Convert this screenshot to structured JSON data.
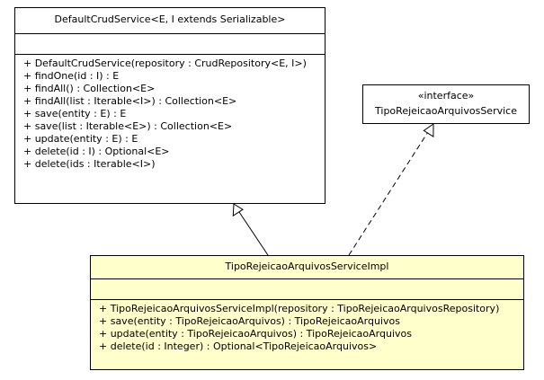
{
  "base_class": {
    "name": "DefaultCrudService<E, I extends Serializable>",
    "operations": [
      "+ DefaultCrudService(repository : CrudRepository<E, I>)",
      "+ findOne(id : I) : E",
      "+ findAll() : Collection<E>",
      "+ findAll(list : Iterable<I>) : Collection<E>",
      "+ save(entity : E) : E",
      "+ save(list : Iterable<E>) : Collection<E>",
      "+ update(entity : E) : E",
      "+ delete(id : I) : Optional<E>",
      "+ delete(ids : Iterable<I>)"
    ]
  },
  "interface": {
    "stereotype": "«interface»",
    "name": "TipoRejeicaoArquivosService"
  },
  "impl_class": {
    "name": "TipoRejeicaoArquivosServiceImpl",
    "operations": [
      "+ TipoRejeicaoArquivosServiceImpl(repository : TipoRejeicaoArquivosRepository)",
      "+ save(entity : TipoRejeicaoArquivos) : TipoRejeicaoArquivos",
      "+ update(entity : TipoRejeicaoArquivos) : TipoRejeicaoArquivos",
      "+ delete(id : Integer) : Optional<TipoRejeicaoArquivos>"
    ]
  },
  "colors": {
    "impl_fill": "#ffffcc",
    "border": "#000000"
  }
}
